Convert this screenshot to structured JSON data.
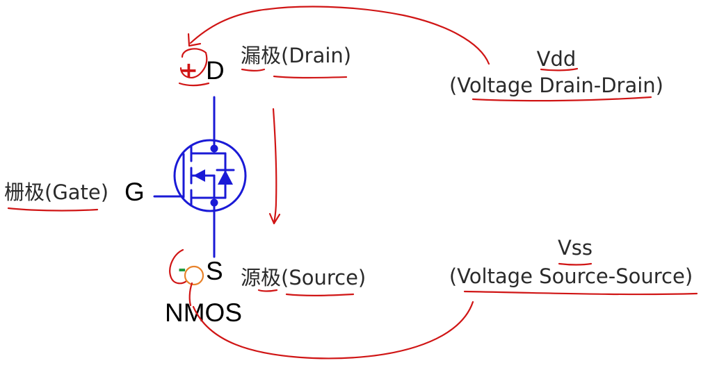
{
  "device": {
    "name": "NMOS"
  },
  "pins": {
    "drain": {
      "letter": "D",
      "label": "漏极(Drain)"
    },
    "gate": {
      "letter": "G",
      "label": "栅极(Gate)"
    },
    "source": {
      "letter": "S",
      "label": "源极(Source)"
    }
  },
  "supplies": {
    "vdd": {
      "name": "Vdd",
      "expansion": "(Voltage Drain-Drain)"
    },
    "vss": {
      "name": "Vss",
      "expansion": "(Voltage Source-Source)"
    }
  },
  "annotations": {
    "plus_sign": "+",
    "minus_sign": "-"
  },
  "colors": {
    "symbol": "#1a1ad6",
    "annotation": "#d01515",
    "minus_mark": "#1c9a3c",
    "highlight_circle": "#e8822a",
    "text": "#2a2a2a"
  }
}
